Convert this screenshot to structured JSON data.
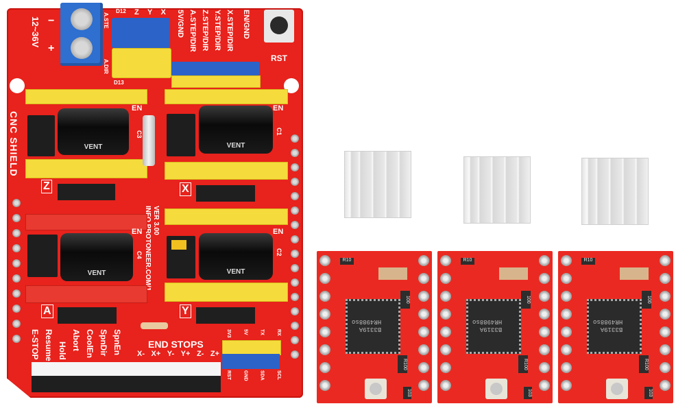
{
  "scene": {
    "description": "Product photo: CNC shield V3 with three A4988 stepper drivers and three aluminium heatsinks",
    "background": "#ffffff"
  },
  "board": {
    "title": "CNC SHIELD",
    "version": "VER 3.00",
    "url": "INFO.PROTONEER.COM/1",
    "power_label": "12~36V",
    "power_minus": "−",
    "power_plus": "+",
    "reset_label": "RST",
    "top_header_labels": [
      "D12",
      "Z",
      "Y",
      "X"
    ],
    "d13_label": "D13",
    "a_dir_label": "A.DIR",
    "a_step_label": "A.STE",
    "right_header_labels": [
      "5V/GND",
      "A.STEP/DIR",
      "Z.STEP/DIR",
      "Y.STEP/DIR",
      "X.STEP/DIR",
      "EN/GND"
    ],
    "axes": [
      {
        "name": "Z",
        "cap_label": "VENT",
        "cap_ref": "C3",
        "en_label": "EN"
      },
      {
        "name": "X",
        "cap_label": "VENT",
        "cap_ref": "C1",
        "en_label": "EN"
      },
      {
        "name": "A",
        "cap_label": "VENT",
        "cap_ref": "C4",
        "en_label": "EN"
      },
      {
        "name": "Y",
        "cap_label": "VENT",
        "cap_ref": "C2",
        "en_label": "EN"
      }
    ],
    "bottom_labels": [
      "E-STOP",
      "Resume",
      "Hold",
      "Abort",
      "CoolEn",
      "SpnDir",
      "SpnEn"
    ],
    "end_stops": {
      "title": "END STOPS",
      "labels": [
        "X-",
        "X+",
        "Y-",
        "Y+",
        "Z-",
        "Z+"
      ]
    },
    "i2c_top_labels": [
      "3V3",
      "5V",
      "TX",
      "RX"
    ],
    "i2c_bottom_labels": [
      "RST",
      "GND",
      "SDA",
      "SCL"
    ],
    "colors": {
      "pcb": "#e8221c",
      "header_yellow": "#f5dc3c",
      "header_blue": "#2c63c8",
      "terminal": "#2e6fd0"
    }
  },
  "heatsinks": {
    "count": 3,
    "color": "#e8e8e8"
  },
  "drivers": [
    {
      "chip_line1": "HR4988so",
      "chip_line2": "B3319A",
      "r_top": "R10",
      "r_mid": "100",
      "r_bottom": "R100",
      "pot_label": "103"
    },
    {
      "chip_line1": "HR4988so",
      "chip_line2": "B3319A",
      "r_top": "R10",
      "r_mid": "100",
      "r_bottom": "R100",
      "pot_label": "103"
    },
    {
      "chip_line1": "HR4988so",
      "chip_line2": "B3319A",
      "r_top": "R10",
      "r_mid": "100",
      "r_bottom": "R100",
      "pot_label": "103"
    }
  ]
}
